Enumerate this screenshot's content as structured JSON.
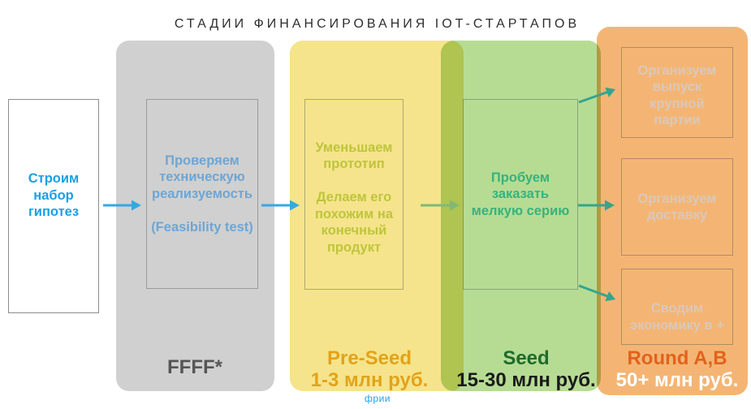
{
  "title": "СТАДИИ ФИНАНСИРОВАНИЯ IOT-СТАРТАПОВ",
  "start": {
    "lines": [
      "Строим",
      "набор",
      "гипотез"
    ],
    "text_color": "#1aa0e2"
  },
  "stages": [
    {
      "label": "FFFF*",
      "panel_color": "#d0d0d0",
      "text_color": "#6ea6d4",
      "label_color": "#555555",
      "steps": [
        {
          "paragraphs": [
            [
              "Проверяем",
              "техническую",
              "реализуемость"
            ],
            [
              "(Feasibility test)"
            ]
          ]
        }
      ]
    },
    {
      "label": "Pre-Seed",
      "amount": "1-3 млн руб.",
      "panel_color": "#f5e48b",
      "text_color": "#bfc53c",
      "label_color": "#e2a31a",
      "amount_color": "#e2a31a",
      "steps": [
        {
          "paragraphs": [
            [
              "Уменьшаем",
              "прототип"
            ],
            [
              "Делаем его",
              "похожим на",
              "конечный",
              "продукт"
            ]
          ]
        }
      ]
    },
    {
      "label": "Seed",
      "amount": "15-30 млн руб.",
      "panel_color": "#b6dc94",
      "text_color": "#38b27c",
      "label_color": "#1e6b2c",
      "amount_color": "#1a1a1a",
      "steps": [
        {
          "paragraphs": [
            [
              "Пробуем",
              "заказать",
              "мелкую серию"
            ]
          ]
        }
      ]
    },
    {
      "label": "Round A,B",
      "amount": "50+ млн руб.",
      "panel_color": "#f4b574",
      "text_color": "#d9c8ba",
      "label_color": "#e3621b",
      "amount_color": "#ffffff",
      "steps": [
        {
          "paragraphs": [
            [
              "Организуем",
              "выпуск",
              "крупной",
              "партии"
            ]
          ]
        },
        {
          "paragraphs": [
            [
              "Организуем",
              "доставку"
            ]
          ]
        },
        {
          "paragraphs": [
            [
              "Сводим",
              "экономику в +"
            ]
          ]
        }
      ]
    }
  ],
  "arrow_colors": {
    "blue": "#38a8e0",
    "green": "#80b977",
    "teal": "#36a48c"
  },
  "logo": {
    "text": "фрии",
    "color": "#2a9fd8"
  }
}
